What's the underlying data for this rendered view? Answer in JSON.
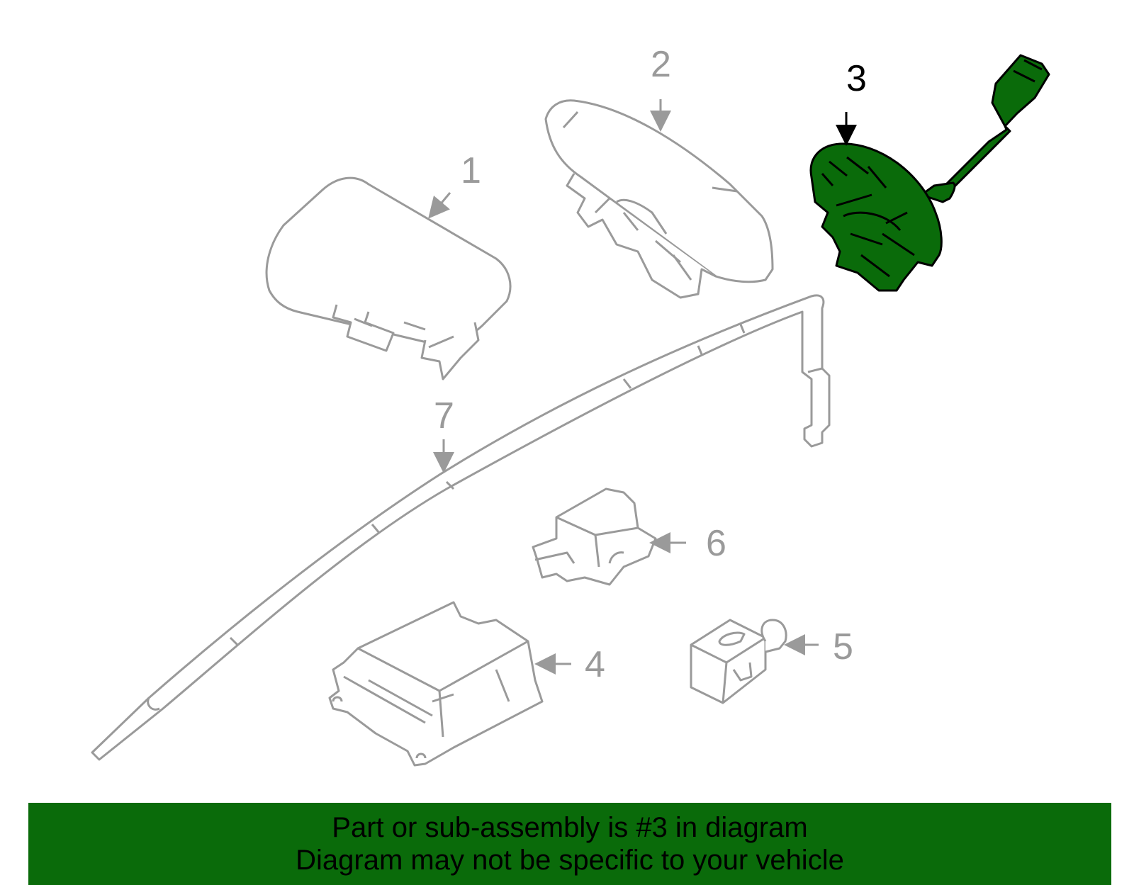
{
  "callouts": {
    "c1": "1",
    "c2": "2",
    "c3": "3",
    "c4": "4",
    "c5": "5",
    "c6": "6",
    "c7": "7"
  },
  "banner": {
    "line1": "Part or sub-assembly is #3 in diagram",
    "line2": "Diagram may not be specific to your vehicle"
  },
  "colors": {
    "outline": "#9a9a9a",
    "highlight_fill": "#0a6b0a",
    "banner_bg": "#0a6b0a",
    "highlight_label": "#000000"
  }
}
